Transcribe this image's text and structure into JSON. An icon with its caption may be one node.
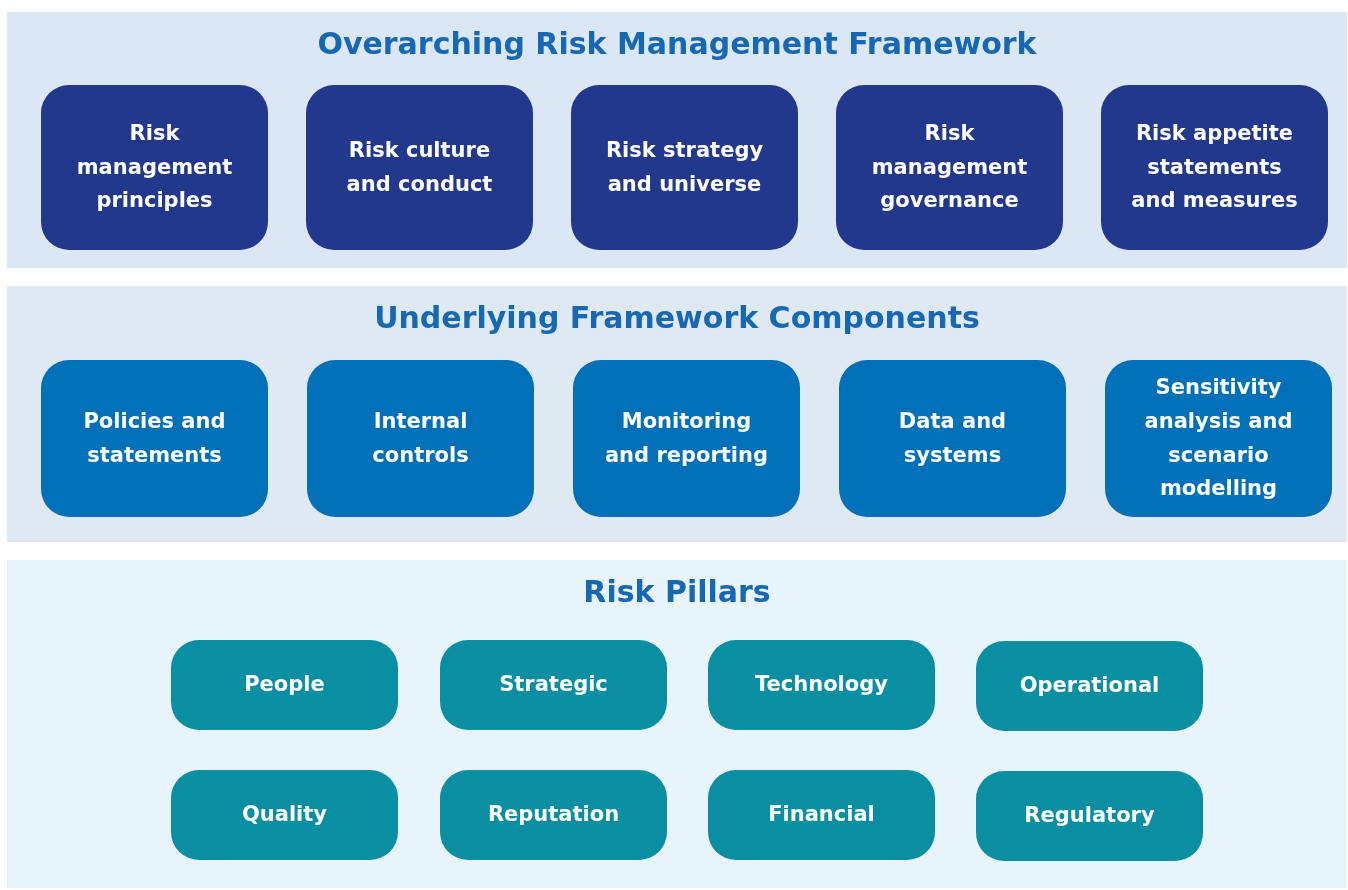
{
  "diagram": {
    "nodes": [
      {
        "text": [
          "Overarching Risk Management Framework"
        ]
      },
      {
        "text": [
          "Risk management principles"
        ],
        "in": 0
      },
      {
        "text": [
          "Risk culture and conduct"
        ],
        "in": 0
      },
      {
        "text": [
          "Risk strategy and universe"
        ],
        "in": 0
      },
      {
        "text": [
          "Risk management governance"
        ],
        "in": 0
      },
      {
        "text": [
          "Risk appetite statements and measures"
        ],
        "in": 0
      },
      {
        "text": [
          "Underlying Framework Components"
        ]
      },
      {
        "text": [
          "Policies and statements"
        ],
        "in": 6
      },
      {
        "text": [
          "Internal controls"
        ],
        "in": 6
      },
      {
        "text": [
          "Monitoring and reporting"
        ],
        "in": 6
      },
      {
        "text": [
          "Data and systems"
        ],
        "in": 6
      },
      {
        "text": [
          "Sensitivity analysis and scenario modelling"
        ],
        "in": 6
      },
      {
        "text": [
          "Risk Pillars"
        ]
      },
      {
        "text": [
          "People"
        ],
        "in": 12
      },
      {
        "text": [
          "Strategic"
        ],
        "in": 12
      },
      {
        "text": [
          "Technology"
        ],
        "in": 12
      },
      {
        "text": [
          "Operational"
        ],
        "in": 12
      },
      {
        "text": [
          "Quality"
        ],
        "in": 12
      },
      {
        "text": [
          "Reputation"
        ],
        "in": 12
      },
      {
        "text": [
          "Financial"
        ],
        "in": 12
      },
      {
        "text": [
          "Regulatory"
        ],
        "in": 12
      }
    ]
  }
}
